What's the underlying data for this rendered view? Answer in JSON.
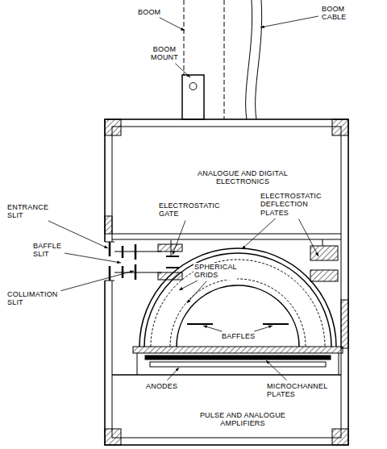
{
  "diagram": {
    "labels": [
      "BOOM",
      "BOOM CABLE",
      "BOOM MOUNT",
      "ANALOGUE AND DIGITAL ELECTRONICS",
      "ENTRANCE SLIT",
      "ELECTROSTATIC GATE",
      "ELECTROSTATIC DEFLECTION PLATES",
      "BAFFLE SLIT",
      "SPHERICAL GRIDS",
      "COLLIMATION SLIT",
      "BAFFLES",
      "ANODES",
      "MICROCHANNEL PLATES",
      "PULSE AND ANALOGUE AMPLIFIERS"
    ]
  }
}
